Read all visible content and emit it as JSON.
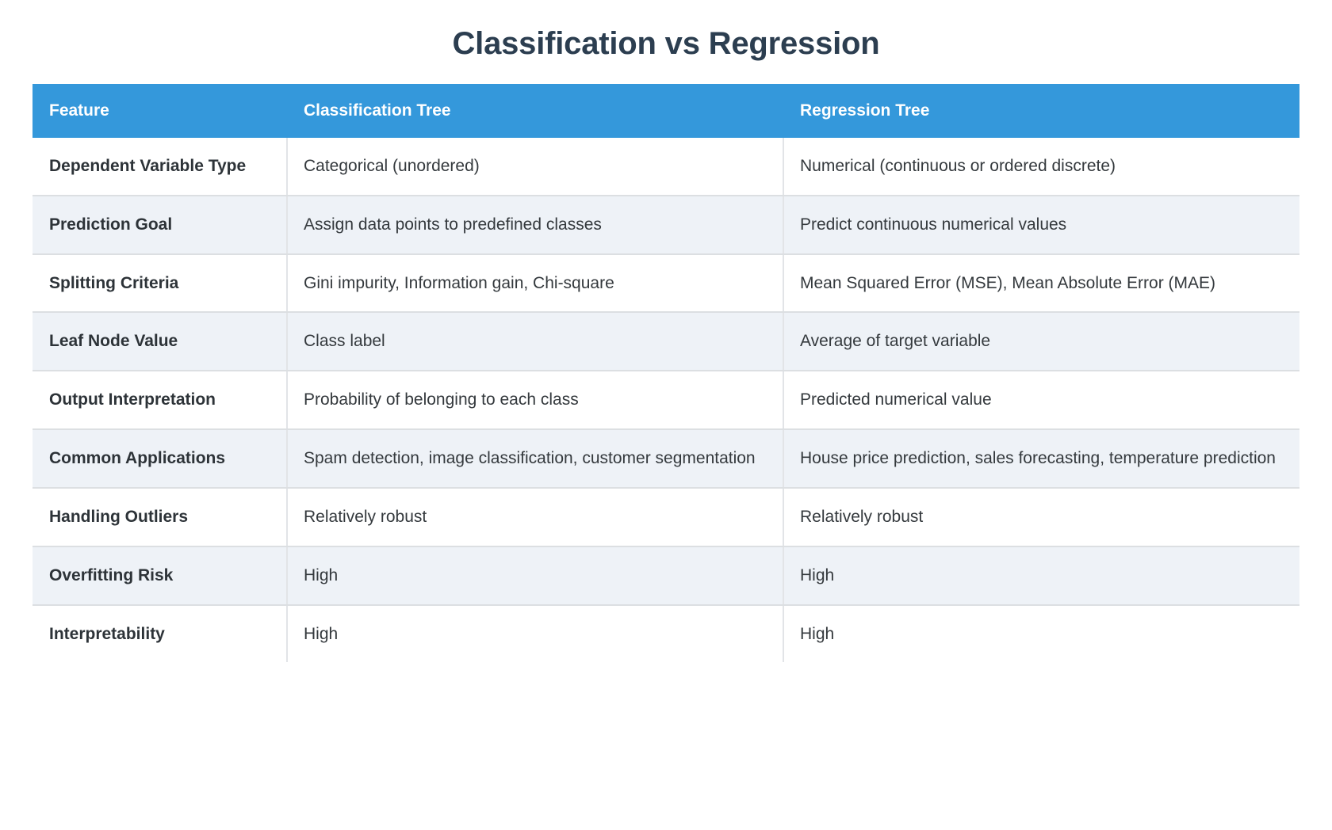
{
  "page": {
    "title": "Classification vs Regression",
    "title_color": "#2c3e50",
    "background": "#ffffff"
  },
  "table": {
    "header_background": "#3498db",
    "header_text_color": "#ffffff",
    "alt_row_background": "#eef2f7",
    "row_background": "#ffffff",
    "border_color": "#dcdfe2",
    "columns": [
      {
        "label": "Feature"
      },
      {
        "label": "Classification Tree"
      },
      {
        "label": "Regression Tree"
      }
    ],
    "rows": [
      {
        "feature": "Dependent Variable Type",
        "classification": "Categorical (unordered)",
        "regression": "Numerical (continuous or ordered discrete)"
      },
      {
        "feature": "Prediction Goal",
        "classification": "Assign data points to predefined classes",
        "regression": "Predict continuous numerical values"
      },
      {
        "feature": "Splitting Criteria",
        "classification": "Gini impurity, Information gain, Chi-square",
        "regression": "Mean Squared Error (MSE), Mean Absolute Error (MAE)"
      },
      {
        "feature": "Leaf Node Value",
        "classification": "Class label",
        "regression": "Average of target variable"
      },
      {
        "feature": "Output Interpretation",
        "classification": "Probability of belonging to each class",
        "regression": "Predicted numerical value"
      },
      {
        "feature": "Common Applications",
        "classification": "Spam detection, image classification, customer segmentation",
        "regression": "House price prediction, sales forecasting, temperature prediction"
      },
      {
        "feature": "Handling Outliers",
        "classification": "Relatively robust",
        "regression": "Relatively robust"
      },
      {
        "feature": "Overfitting Risk",
        "classification": "High",
        "regression": "High"
      },
      {
        "feature": "Interpretability",
        "classification": "High",
        "regression": "High"
      }
    ]
  }
}
